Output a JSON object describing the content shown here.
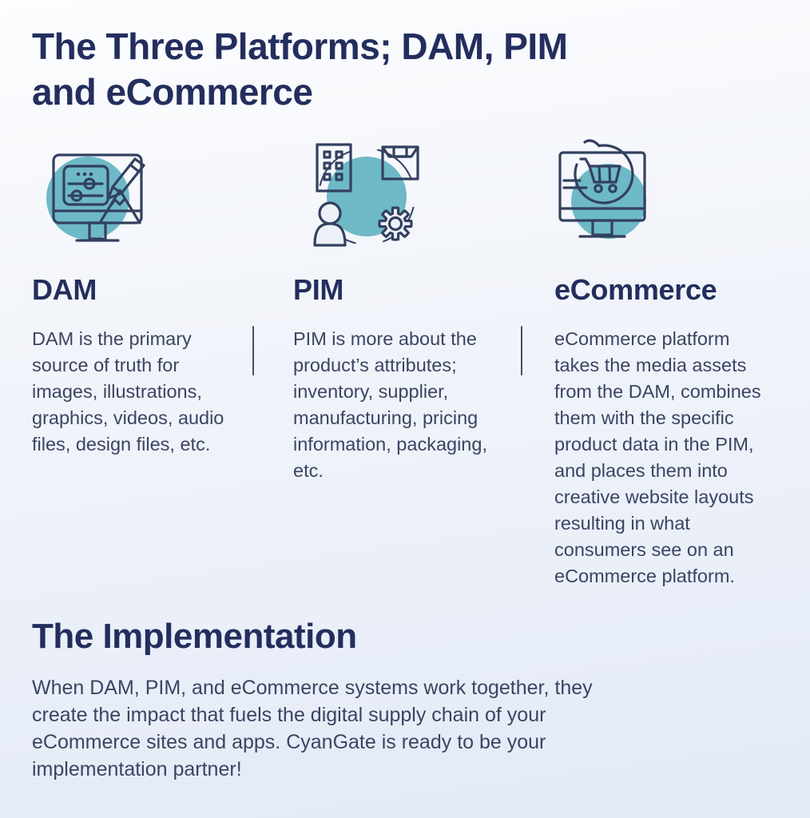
{
  "title": "The Three Platforms; DAM, PIM and eCommerce",
  "columns": [
    {
      "heading": "DAM",
      "icon": "dam-monitor-design-icon",
      "body": "DAM is the primary source of truth for images, illustrations, graphics, videos, audio files, design files, etc."
    },
    {
      "heading": "PIM",
      "icon": "pim-product-network-icon",
      "body": "PIM is more about the product’s attributes; inventory, supplier, manufacturing, pricing information, packaging, etc."
    },
    {
      "heading": "eCommerce",
      "icon": "ecommerce-monitor-cart-icon",
      "body": "eCommerce platform takes the media assets from the DAM, combines them with the specific product data in the PIM, and places them into creative website layouts resulting in what consumers see on an eCommerce platform."
    }
  ],
  "implementation": {
    "heading": "The Implementation",
    "body": "When DAM, PIM, and eCommerce systems work together, they create the impact that fuels the digital supply chain of your eCommerce sites and apps. CyanGate is ready to be your implementation partner!"
  },
  "colors": {
    "accent_teal": "#6eb9c6",
    "heading_navy": "#232e5e",
    "body_text": "#3b4462",
    "icon_stroke": "#33405f",
    "divider": "#454d64",
    "background_top": "#fcfdfe",
    "background_bottom": "#e3eaf6"
  }
}
